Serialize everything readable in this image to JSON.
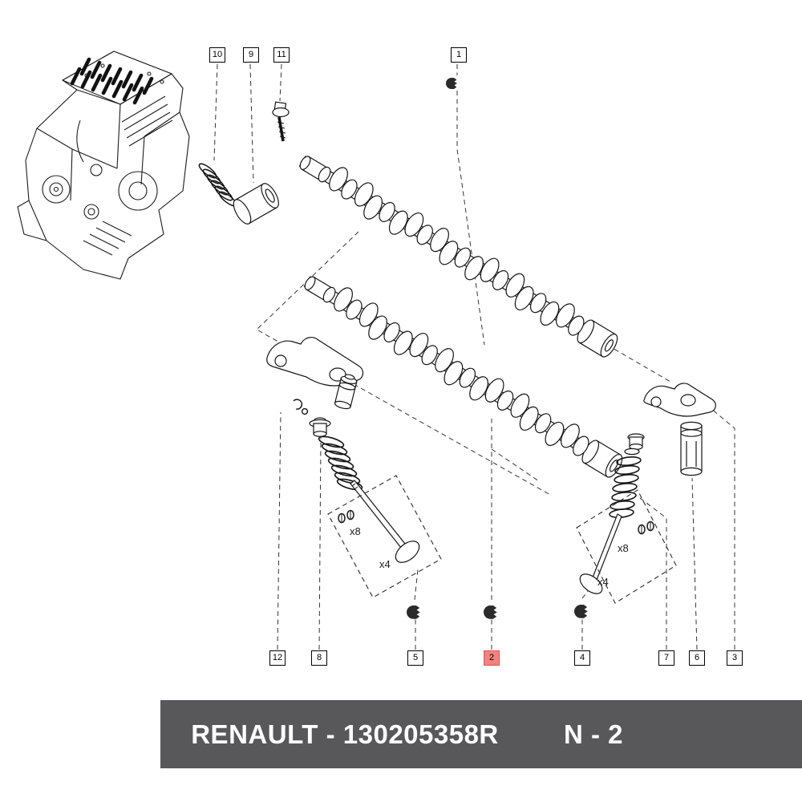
{
  "diagram": {
    "callouts": {
      "items": [
        {
          "id": "10"
        },
        {
          "id": "9"
        },
        {
          "id": "11"
        },
        {
          "id": "1"
        },
        {
          "id": "12"
        },
        {
          "id": "8"
        },
        {
          "id": "5"
        },
        {
          "id": "2"
        },
        {
          "id": "4"
        },
        {
          "id": "7"
        },
        {
          "id": "6"
        },
        {
          "id": "3"
        }
      ],
      "highlighted_id": "2",
      "highlight_color": "#f2837e"
    },
    "quantity_labels": {
      "left_top": "x8",
      "left_bottom": "x4",
      "right_top": "x8",
      "right_bottom": "x4"
    }
  },
  "footer": {
    "part_label": "RENAULT - 130205358R",
    "page_label": "N - 2",
    "background": "#58585b",
    "text_color": "#ffffff"
  }
}
